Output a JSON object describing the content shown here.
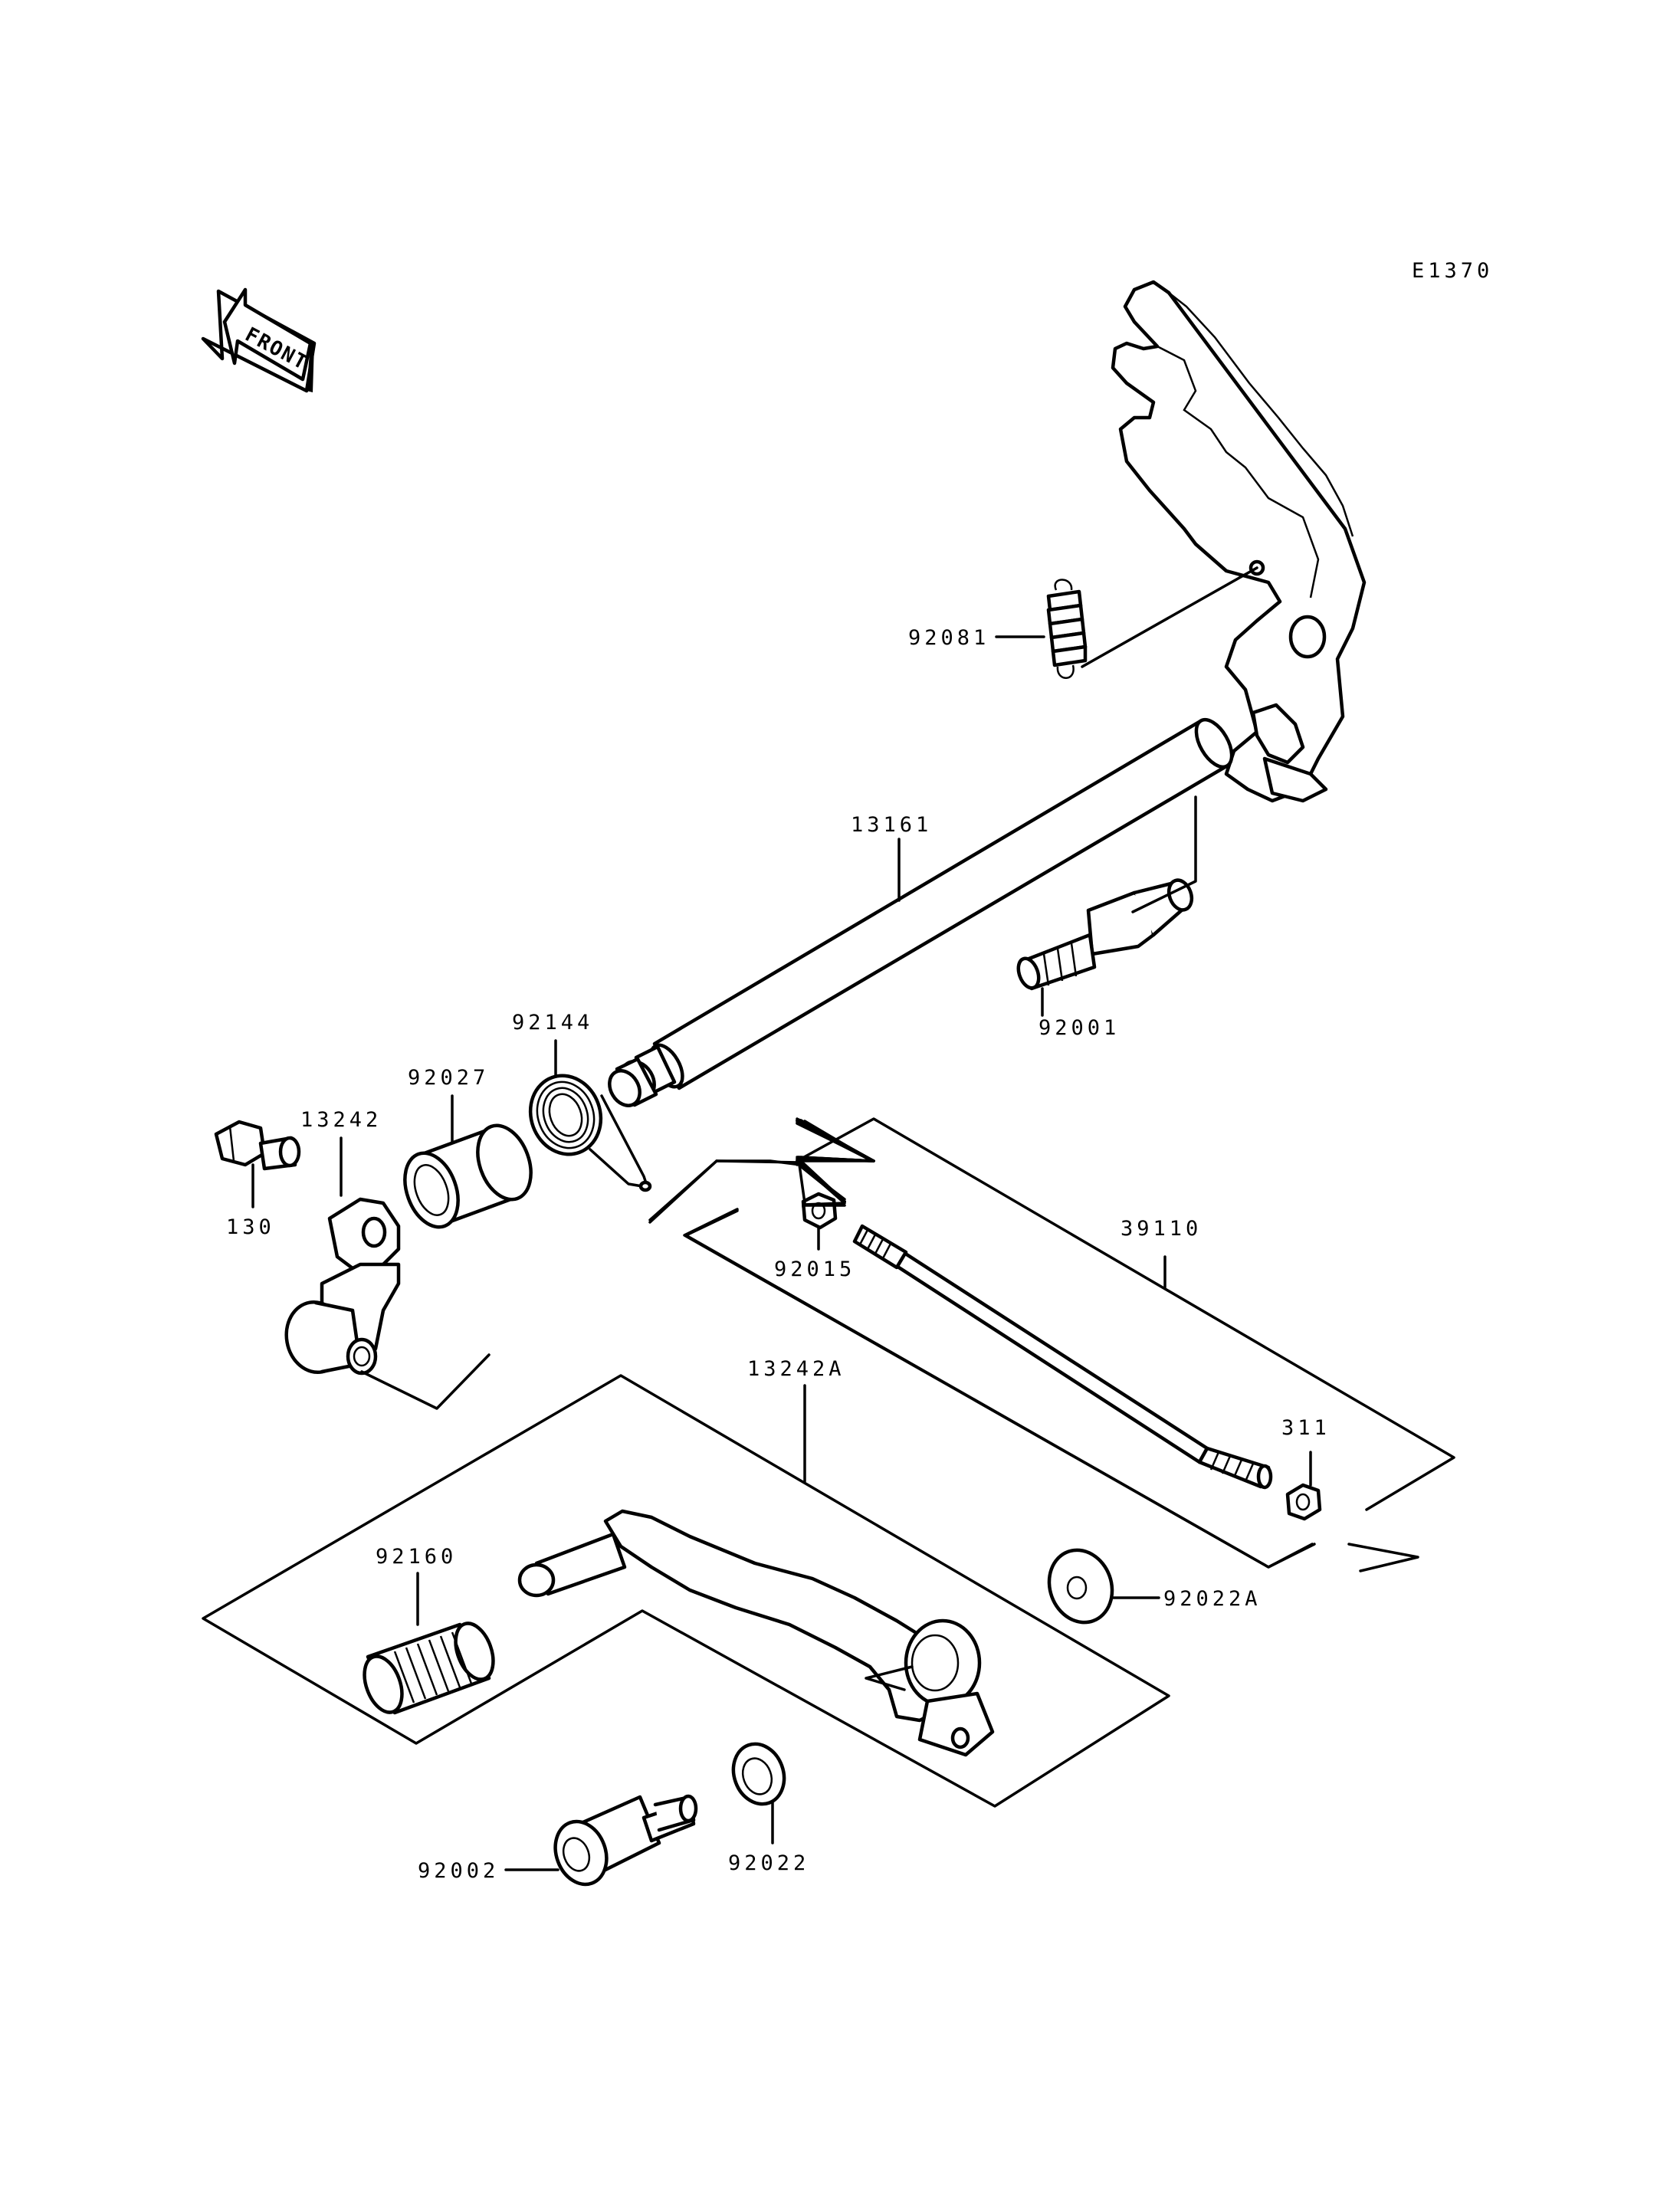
{
  "diagram_code": "E1370",
  "direction_label": "FRONT",
  "parts": {
    "p92081": "92081",
    "p13161": "13161",
    "p92001": "92001",
    "p92144": "92144",
    "p92027": "92027",
    "p13242": "13242",
    "p130": "130",
    "p92015": "92015",
    "p39110": "39110",
    "p311": "311",
    "p13242A": "13242A",
    "p92160": "92160",
    "p92022A": "92022A",
    "p92022": "92022",
    "p92002": "92002"
  }
}
